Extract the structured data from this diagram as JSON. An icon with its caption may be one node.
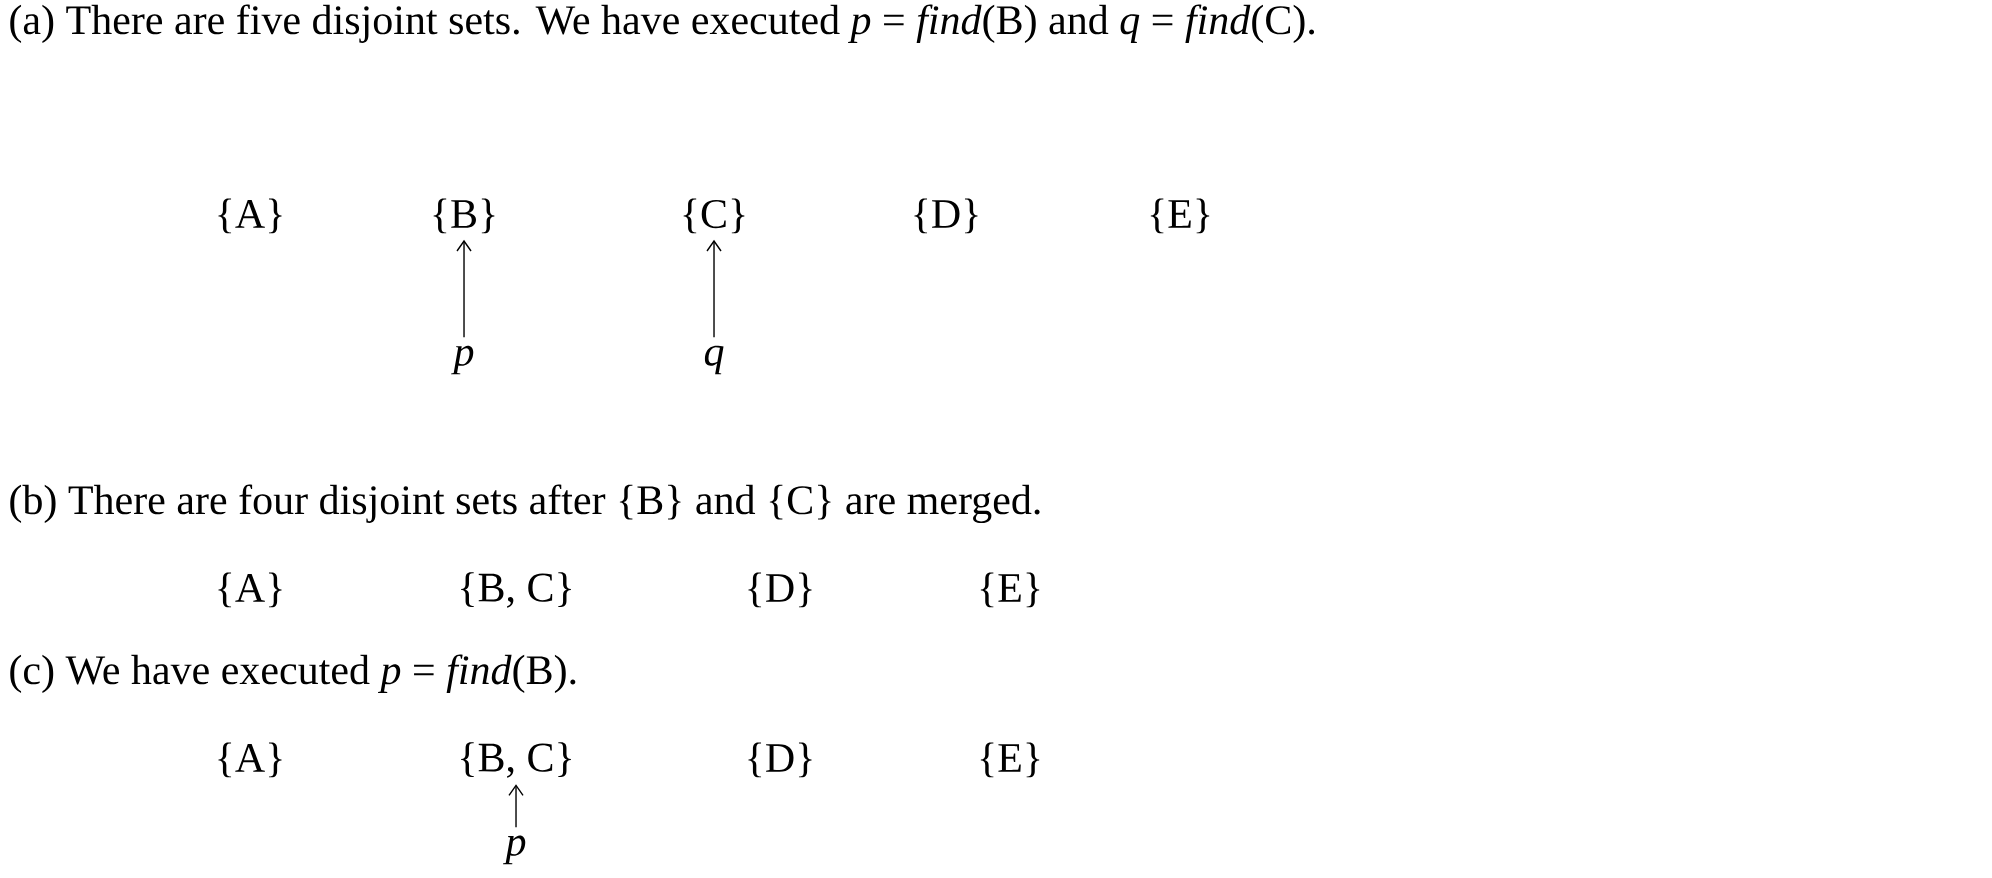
{
  "diagram": {
    "nodes": [
      {
        "text": [
          "{A}"
        ]
      },
      {
        "text": [
          "{B}"
        ]
      },
      {
        "text": [
          "{C}"
        ]
      },
      {
        "text": [
          "{D}"
        ]
      },
      {
        "text": [
          "{E}"
        ]
      },
      {
        "text": [
          "*p*"
        ]
      },
      {
        "text": [
          "*q*"
        ]
      },
      {
        "text": [
          "{A}"
        ]
      },
      {
        "text": [
          "{B, C}"
        ]
      },
      {
        "text": [
          "{D}"
        ]
      },
      {
        "text": [
          "{E}"
        ]
      },
      {
        "text": [
          "{A}"
        ]
      },
      {
        "text": [
          "{B, C}"
        ]
      },
      {
        "text": [
          "{D}"
        ]
      },
      {
        "text": [
          "{E}"
        ]
      },
      {
        "text": [
          "*p*"
        ]
      }
    ],
    "edges": [
      {
        "from": 5,
        "to": 1,
        "arrow": "to"
      },
      {
        "from": 6,
        "to": 2,
        "arrow": "to"
      },
      {
        "from": 15,
        "to": 12,
        "arrow": "to"
      }
    ],
    "labels": [
      "(a) There are five disjoint sets. We have executed *p* = *find*(B) and *q* = *find*(C).",
      "(b) There are four disjoint sets after {B} and {C} are merged.",
      "(c) We have executed *p* = *find*(B)."
    ]
  }
}
